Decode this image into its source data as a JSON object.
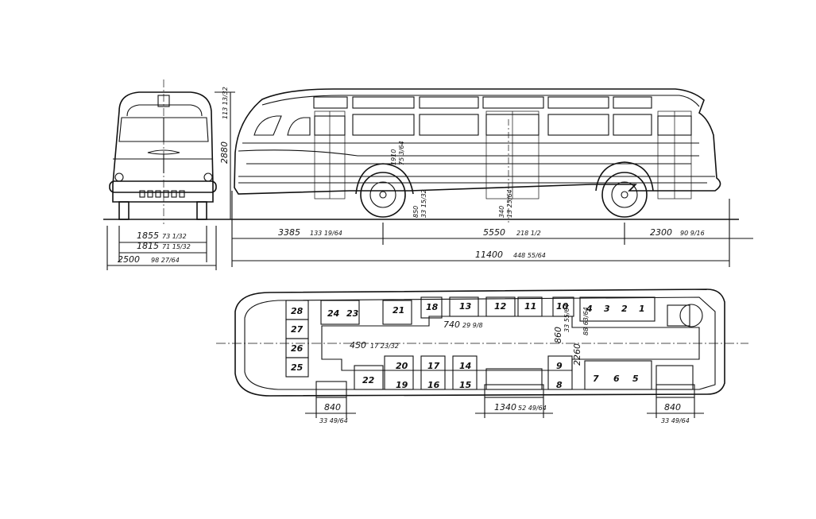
{
  "front_view": {
    "height_dim": "2880",
    "height_dim_in": "113 13/32",
    "track_front": "1855",
    "track_front_in": "73 1/32",
    "track_rear": "1815",
    "track_rear_in": "71 15/32",
    "width_dim": "2500",
    "width_dim_in": "98 27/64"
  },
  "side_view": {
    "front_overhang": "3385",
    "front_overhang_in": "133 19/64",
    "wheelbase": "5550",
    "wheelbase_in": "218 1/2",
    "rear_overhang": "2300",
    "rear_overhang_in": "90 9/16",
    "overall_length": "11400",
    "overall_length_in": "448 55/64",
    "floor_height": "1910",
    "floor_height_in": "75 3/64",
    "step_height": "850",
    "step_height_in": "33 15/32",
    "clearance": "340",
    "clearance_in": "13 25/64"
  },
  "floor_plan": {
    "seats_top": [
      "28",
      "24",
      "23",
      "21",
      "18",
      "13",
      "12",
      "11",
      "10",
      "4",
      "3",
      "2",
      "1"
    ],
    "seats_left": [
      "27",
      "26",
      "25"
    ],
    "seats_bottom": [
      "22",
      "20",
      "19",
      "17",
      "16",
      "14",
      "15",
      "9",
      "8",
      "7",
      "6",
      "5"
    ],
    "aisle_width": "450",
    "aisle_width_in": "17 23/32",
    "seat_pitch": "740",
    "seat_pitch_in": "29 9/8",
    "inner_width": "860",
    "inner_width_in": "33 55/64",
    "body_width": "2260",
    "body_width_in": "88 63/64",
    "rear_door": "840",
    "rear_door_in": "33 49/64",
    "mid_door": "1340",
    "mid_door_in": "52 49/64",
    "front_door": "840",
    "front_door_in": "33 49/64"
  }
}
